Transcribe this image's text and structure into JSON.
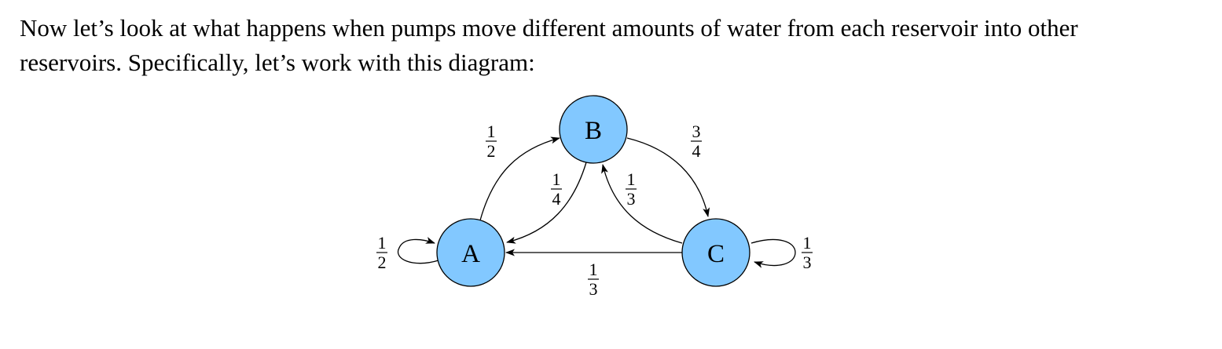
{
  "intro": {
    "line1": "Now let’s look at what happens when pumps move different amounts of water from each reservoir into other",
    "line2": "reservoirs. Specifically, let’s work with this diagram:"
  },
  "diagram": {
    "nodes": [
      {
        "id": "A",
        "label": "A",
        "color": "#82c8ff"
      },
      {
        "id": "B",
        "label": "B",
        "color": "#82c8ff"
      },
      {
        "id": "C",
        "label": "C",
        "color": "#82c8ff"
      }
    ],
    "edges": [
      {
        "from": "A",
        "to": "A",
        "weight": {
          "num": "1",
          "den": "2"
        }
      },
      {
        "from": "A",
        "to": "B",
        "weight": {
          "num": "1",
          "den": "2"
        }
      },
      {
        "from": "B",
        "to": "A",
        "weight": {
          "num": "1",
          "den": "4"
        }
      },
      {
        "from": "B",
        "to": "C",
        "weight": {
          "num": "3",
          "den": "4"
        }
      },
      {
        "from": "C",
        "to": "B",
        "weight": {
          "num": "1",
          "den": "3"
        }
      },
      {
        "from": "C",
        "to": "A",
        "weight": {
          "num": "1",
          "den": "3"
        }
      },
      {
        "from": "C",
        "to": "C",
        "weight": {
          "num": "1",
          "den": "3"
        }
      }
    ]
  }
}
